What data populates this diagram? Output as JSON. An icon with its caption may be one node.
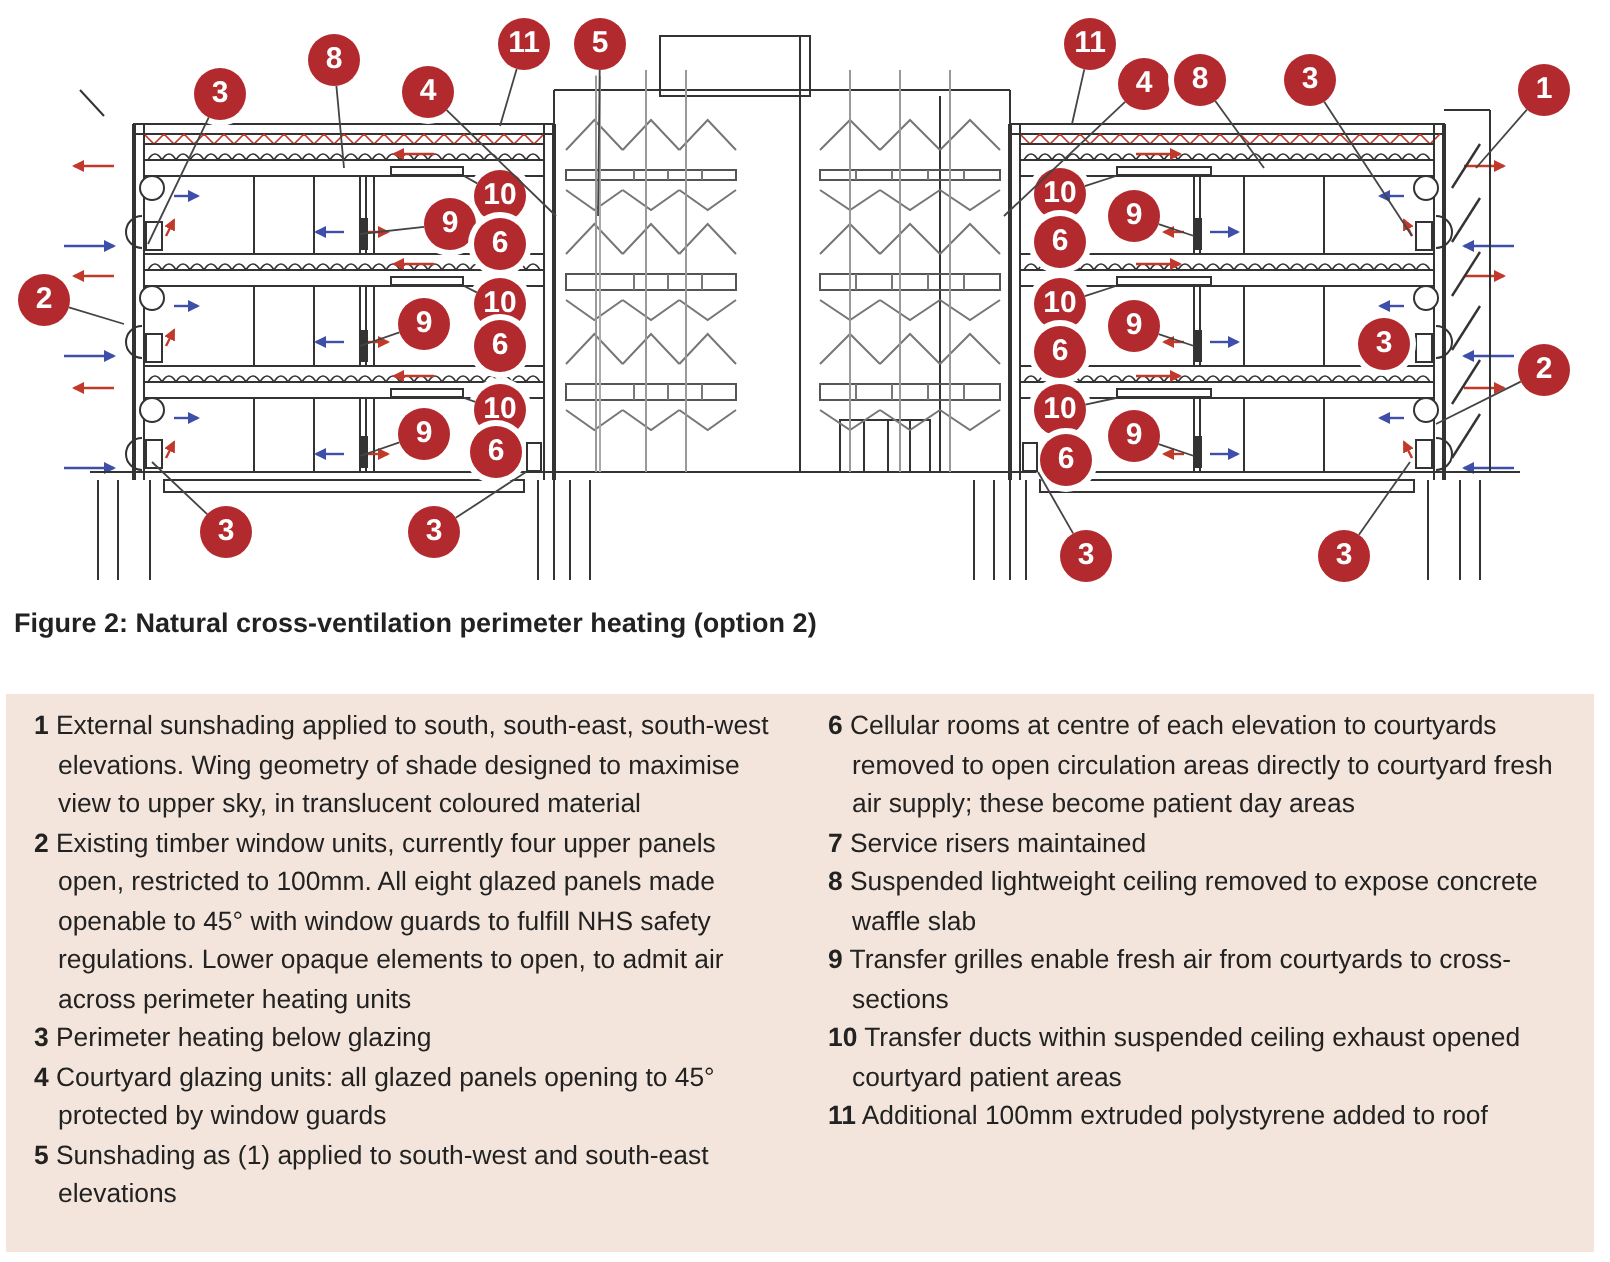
{
  "diagram": {
    "caption": "Figure 2: Natural cross-ventilation perimeter heating (option 2)",
    "nodes": [
      {
        "text": [
          "8"
        ]
      },
      {
        "text": [
          "11"
        ]
      },
      {
        "text": [
          "4"
        ]
      },
      {
        "text": [
          "5"
        ]
      },
      {
        "text": [
          "3"
        ]
      },
      {
        "text": [
          "2"
        ]
      },
      {
        "text": [
          "10"
        ]
      },
      {
        "text": [
          "9"
        ]
      },
      {
        "text": [
          "6"
        ]
      },
      {
        "text": [
          "10"
        ]
      },
      {
        "text": [
          "9"
        ]
      },
      {
        "text": [
          "6"
        ]
      },
      {
        "text": [
          "10"
        ]
      },
      {
        "text": [
          "9"
        ]
      },
      {
        "text": [
          "6"
        ]
      },
      {
        "text": [
          "3"
        ]
      },
      {
        "text": [
          "3"
        ]
      },
      {
        "text": [
          "11"
        ]
      },
      {
        "text": [
          "4"
        ]
      },
      {
        "text": [
          "8"
        ]
      },
      {
        "text": [
          "3"
        ]
      },
      {
        "text": [
          "1"
        ]
      },
      {
        "text": [
          "10"
        ]
      },
      {
        "text": [
          "9"
        ]
      },
      {
        "text": [
          "6"
        ]
      },
      {
        "text": [
          "10"
        ]
      },
      {
        "text": [
          "9"
        ]
      },
      {
        "text": [
          "6"
        ]
      },
      {
        "text": [
          "3"
        ]
      },
      {
        "text": [
          "2"
        ]
      },
      {
        "text": [
          "10"
        ]
      },
      {
        "text": [
          "9"
        ]
      },
      {
        "text": [
          "6"
        ]
      },
      {
        "text": [
          "3"
        ]
      },
      {
        "text": [
          "3"
        ]
      },
      {
        "text": [],
        "shape": "box"
      },
      {
        "text": [],
        "shape": "box"
      },
      {
        "text": [],
        "shape": "box"
      },
      {
        "text": [],
        "shape": "box"
      },
      {
        "text": [],
        "shape": "box"
      },
      {
        "text": [],
        "shape": "box"
      },
      {
        "text": [],
        "shape": "box"
      },
      {
        "text": [],
        "shape": "box"
      }
    ],
    "edges": [
      {
        "from": 0,
        "to": null,
        "arrow": "none"
      },
      {
        "from": 1,
        "to": null,
        "arrow": "none"
      },
      {
        "from": 2,
        "to": null,
        "arrow": "none"
      },
      {
        "from": 3,
        "to": null,
        "arrow": "none"
      },
      {
        "from": 4,
        "to": null,
        "arrow": "none"
      },
      {
        "from": 5,
        "to": null,
        "arrow": "none"
      },
      {
        "from": 6,
        "to": 35,
        "arrow": "none"
      },
      {
        "from": 7,
        "to": null,
        "arrow": "none"
      },
      {
        "from": 9,
        "to": 36,
        "arrow": "none"
      },
      {
        "from": 10,
        "to": null,
        "arrow": "none"
      },
      {
        "from": 12,
        "to": 37,
        "arrow": "none"
      },
      {
        "from": 13,
        "to": null,
        "arrow": "none"
      },
      {
        "from": 15,
        "to": null,
        "arrow": "none"
      },
      {
        "from": 16,
        "to": 41,
        "arrow": "none"
      },
      {
        "from": 17,
        "to": null,
        "arrow": "none"
      },
      {
        "from": 18,
        "to": null,
        "arrow": "none"
      },
      {
        "from": 19,
        "to": null,
        "arrow": "none"
      },
      {
        "from": 20,
        "to": null,
        "arrow": "none"
      },
      {
        "from": 21,
        "to": null,
        "arrow": "none"
      },
      {
        "from": 22,
        "to": 38,
        "arrow": "none"
      },
      {
        "from": 23,
        "to": null,
        "arrow": "none"
      },
      {
        "from": 25,
        "to": 39,
        "arrow": "none"
      },
      {
        "from": 26,
        "to": null,
        "arrow": "none"
      },
      {
        "from": 29,
        "to": null,
        "arrow": "none"
      },
      {
        "from": 30,
        "to": 40,
        "arrow": "none"
      },
      {
        "from": 31,
        "to": null,
        "arrow": "none"
      },
      {
        "from": 33,
        "to": 42,
        "arrow": "none"
      },
      {
        "from": 34,
        "to": null,
        "arrow": "none"
      }
    ],
    "labels": [
      "**1** External sunshading applied to south, south-east, south-west elevations. Wing geometry of shade designed to maximise view to upper sky, in translucent coloured material",
      "**2** Existing timber window units, currently four upper panels open, restricted to 100mm. All eight glazed panels made openable to 45° with window guards to fulfill NHS safety regulations. Lower opaque elements to open, to admit air across perimeter heating units",
      "**3** Perimeter heating below glazing",
      "**4** Courtyard glazing units: all glazed panels opening to 45° protected by window guards",
      "**5** Sunshading as (1) applied to south-west and south-east elevations",
      "**6** Cellular rooms at centre of each elevation to courtyards removed to open circulation areas directly to courtyard fresh air supply; these become patient day areas",
      "**7** Service risers maintained",
      "**8** Suspended lightweight ceiling removed to expose concrete waffle slab",
      "**9** Transfer grilles enable fresh air from courtyards to cross-sections",
      "**10** Transfer ducts within suspended ceiling exhaust opened courtyard patient areas",
      "**11** Additional 100mm extruded polystyrene added to roof"
    ]
  }
}
